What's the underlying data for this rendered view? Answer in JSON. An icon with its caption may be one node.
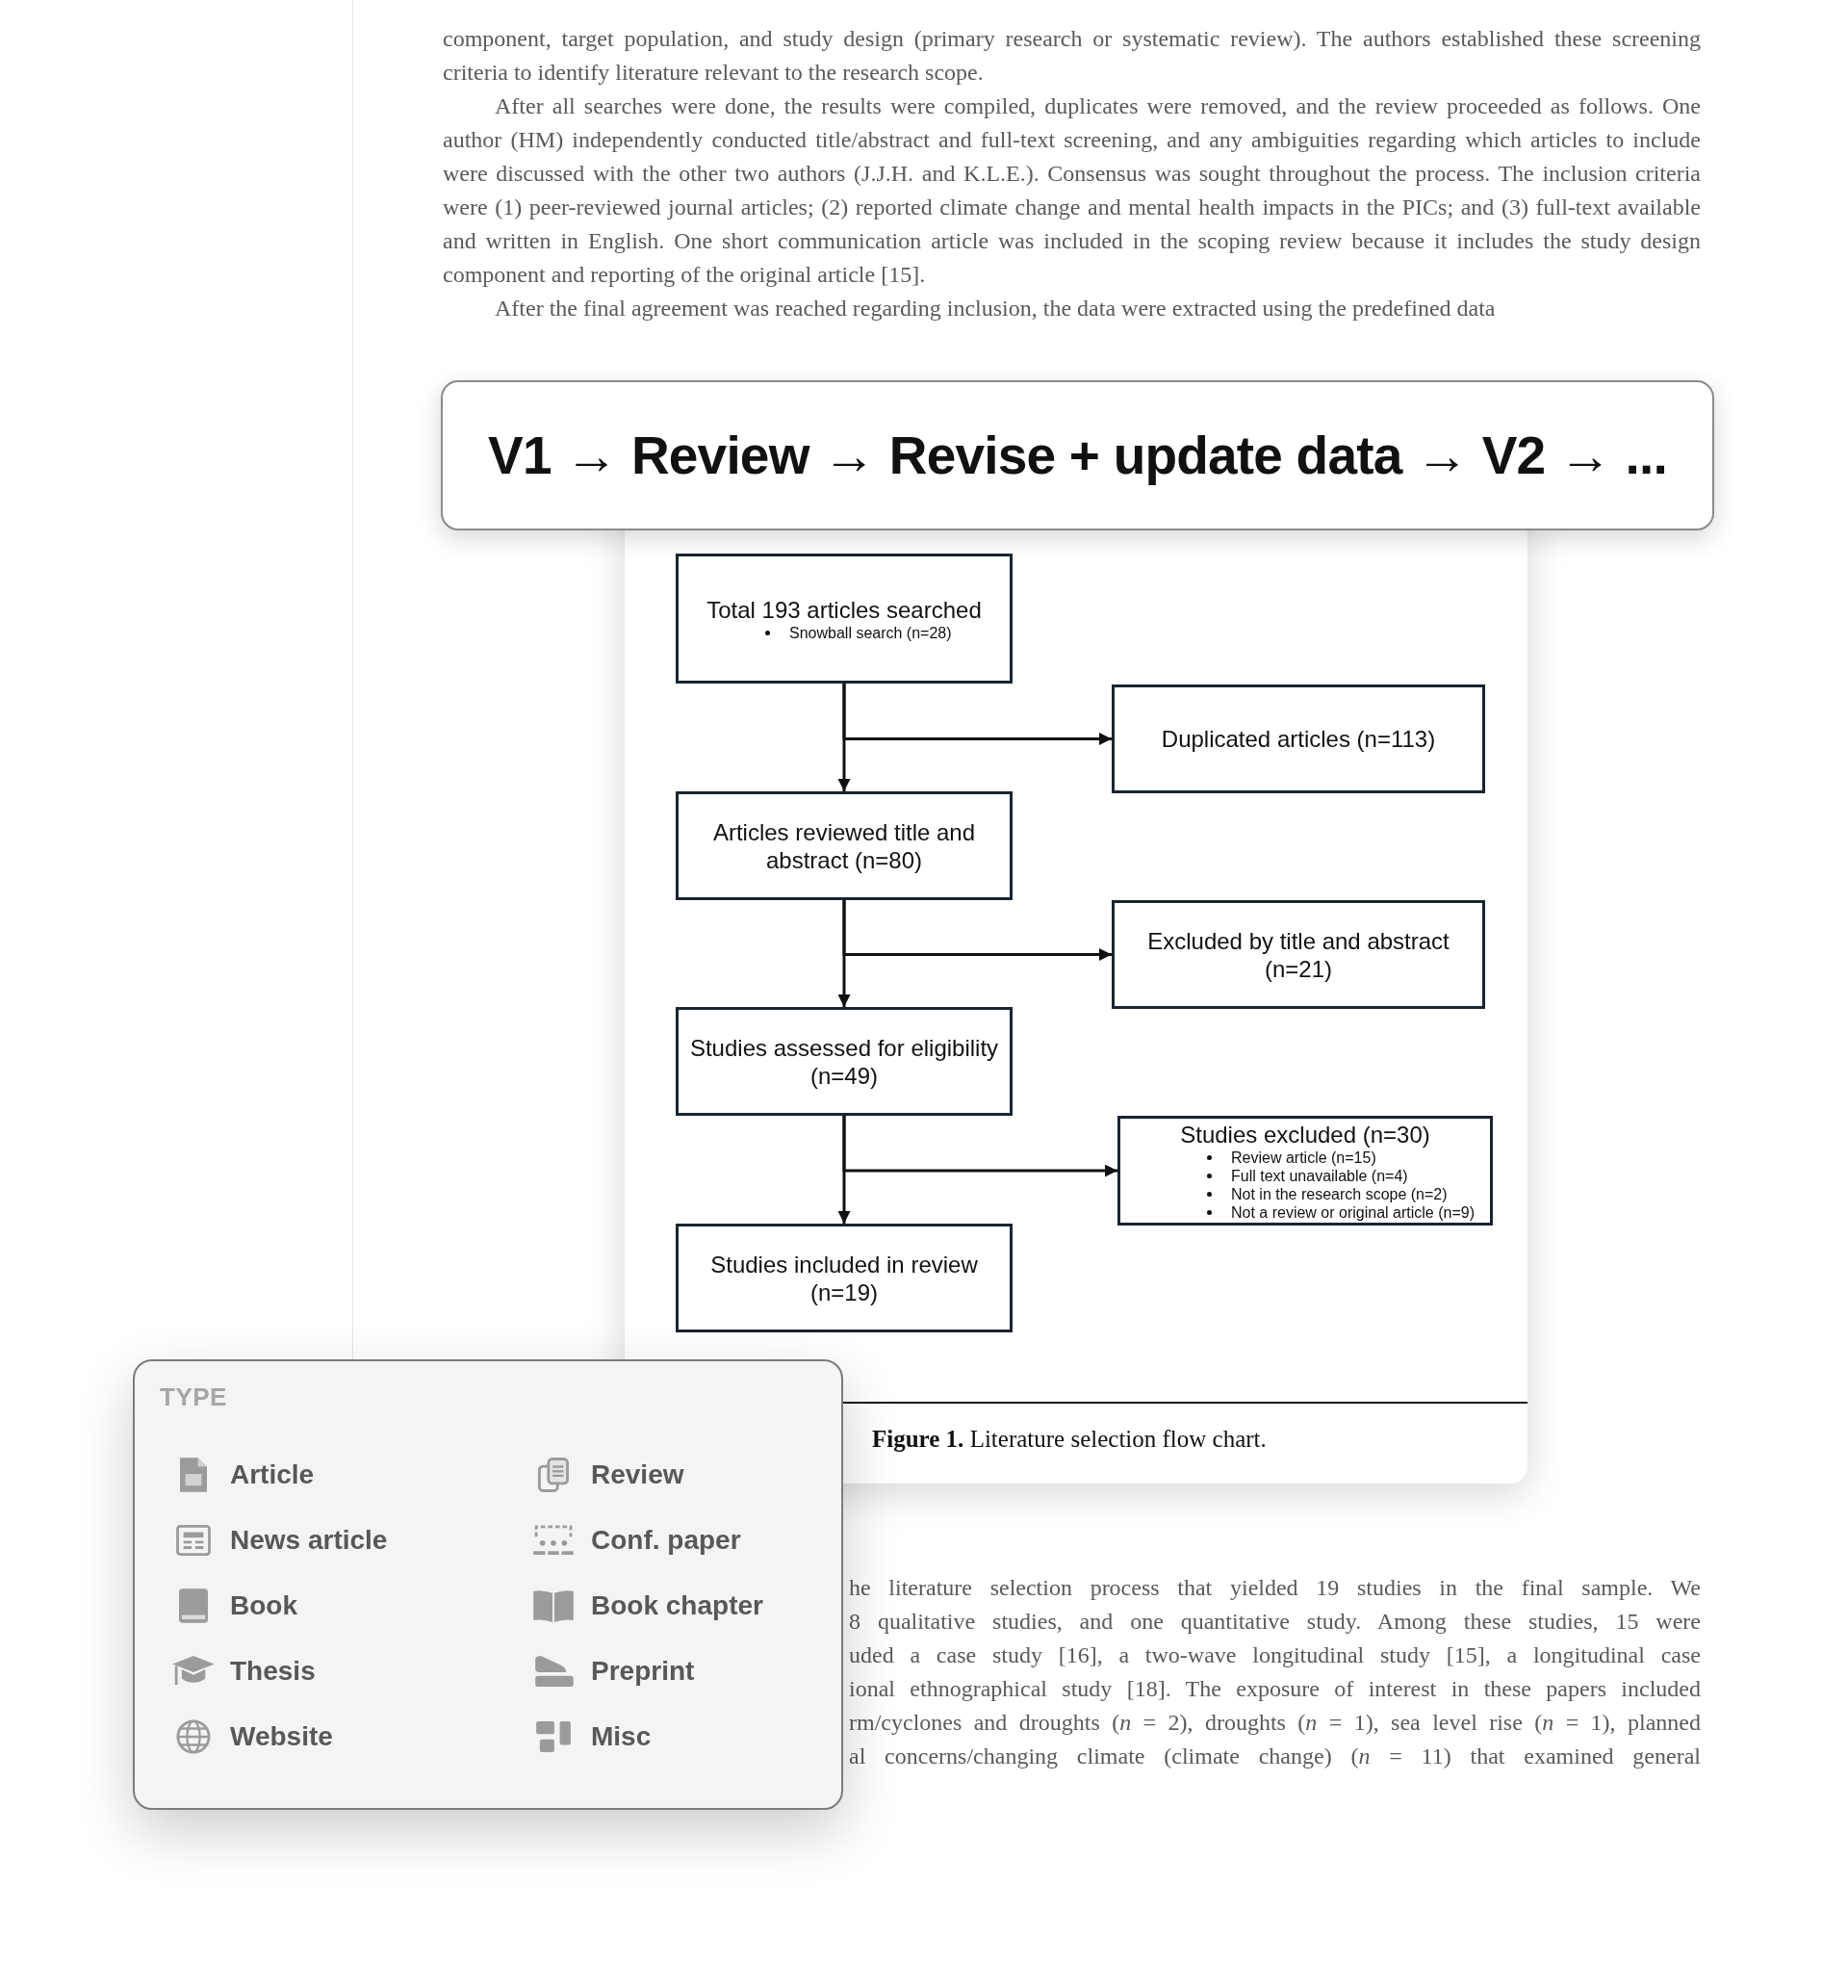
{
  "diagram": {
    "caption": "**Figure 1.** Literature selection flow chart.",
    "nodes": [
      {
        "text": [
          "V1 → Review → Revise + update data → V2 → ..."
        ]
      },
      {
        "text": [
          "Total 193 articles searched",
          "Snowball search (n=28)"
        ]
      },
      {
        "text": [
          "Duplicated articles (n=113)"
        ]
      },
      {
        "text": [
          "Articles reviewed title and abstract (n=80)"
        ]
      },
      {
        "text": [
          "Excluded by title and abstract (n=21)"
        ]
      },
      {
        "text": [
          "Studies assessed for eligibility (n=49)"
        ]
      },
      {
        "text": [
          "Studies excluded (n=30)",
          "Review article (n=15)",
          "Full text unavailable (n=4)",
          "Not in the research scope (n=2)",
          "Not a review or original article (n=9)"
        ]
      },
      {
        "text": [
          "Studies included in review (n=19)"
        ]
      },
      {
        "text": [
          "TYPE",
          "Article",
          "Review",
          "News article",
          "Conf. paper",
          "Book",
          "Book chapter",
          "Thesis",
          "Preprint",
          "Website",
          "Misc"
        ]
      }
    ],
    "edges": [
      {
        "from": 1,
        "to": 3,
        "arrow": "to"
      },
      {
        "from": 1,
        "to": 2,
        "arrow": "to"
      },
      {
        "from": 3,
        "to": 5,
        "arrow": "to"
      },
      {
        "from": 3,
        "to": 4,
        "arrow": "to"
      },
      {
        "from": 5,
        "to": 7,
        "arrow": "to"
      },
      {
        "from": 5,
        "to": 6,
        "arrow": "to"
      }
    ],
    "labels": [
      "component, target population, and study design (primary research or systematic review). The authors established these screening criteria to identify literature relevant to the research scope.",
      "After all searches were done, the results were compiled, duplicates were removed, and the review proceeded as follows. One author (HM) independently conducted title/abstract and full-text screening, and any ambiguities regarding which articles to include were discussed with the other two authors (J.J.H. and K.L.E.). Consensus was sought throughout the process. The inclusion criteria were (1) peer-reviewed journal articles; (2) reported climate change and mental health impacts in the PICs; and (3) full-text available and written in English. One short communication article was included in the scoping review because it includes the study design component and reporting of the original article [15].",
      "After the final agreement was reached regarding inclusion, the data were extracted using the predefined data",
      "he literature selection process that yielded 19 studies in the final sample. We",
      "8 qualitative studies, and one quantitative study. Among these studies, 15 were",
      "uded a case study [16], a two-wave longitudinal study [15], a longitudinal case",
      "ional ethnographical study [18]. The exposure of interest in these papers included",
      "rm/cyclones and droughts (*n* = 2), droughts (*n* = 1), sea level rise (*n* = 1), planned",
      "al concerns/changing climate (climate change) (*n* = 11) that examined general"
    ]
  }
}
